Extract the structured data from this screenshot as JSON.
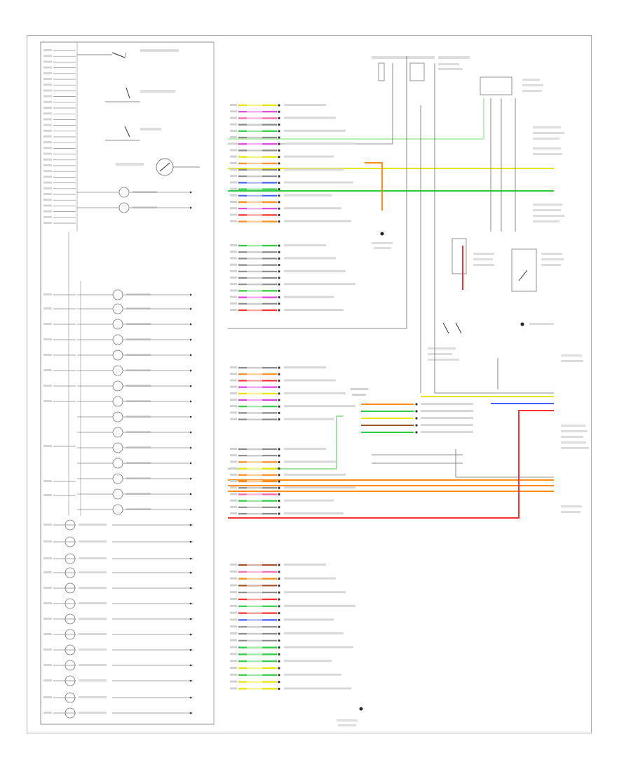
{
  "figure_id": "",
  "left_pins": [
    {
      "pin": "",
      "wire": "",
      "target": ""
    }
  ],
  "colors": {
    "yellow": "#e6e600",
    "green": "#2ecc40",
    "orange": "#ff8c1a",
    "magenta": "#e040e0",
    "red": "#ff3030",
    "blue": "#4060ff",
    "grey": "#8a8a8a",
    "pink": "#ff66aa",
    "brown": "#a0522d"
  },
  "connector_groups": [
    {
      "name": "group-1",
      "colors": [
        "yellow",
        "magenta",
        "pink",
        "grey",
        "green",
        "grey",
        "magenta",
        "grey",
        "yellow",
        "orange",
        "grey",
        "grey",
        "blue",
        "green",
        "blue",
        "orange",
        "magenta",
        "red",
        "orange"
      ]
    },
    {
      "name": "group-2",
      "colors": [
        "green",
        "grey",
        "grey",
        "grey",
        "grey",
        "grey",
        "grey",
        "green",
        "magenta",
        "grey",
        "red"
      ]
    },
    {
      "name": "group-3",
      "colors": [
        "grey",
        "orange",
        "red",
        "magenta",
        "yellow",
        "magenta",
        "green",
        "grey",
        "grey"
      ]
    },
    {
      "name": "group-4",
      "colors": [
        "grey",
        "grey",
        "orange",
        "yellow",
        "orange",
        "orange",
        "grey",
        "pink",
        "green",
        "grey",
        "grey"
      ]
    },
    {
      "name": "group-5",
      "colors": [
        "brown",
        "pink",
        "orange",
        "brown",
        "grey",
        "red",
        "green",
        "red",
        "blue",
        "grey",
        "grey",
        "grey",
        "green",
        "green",
        "green",
        "yellow",
        "green",
        "yellow",
        "yellow"
      ]
    }
  ]
}
